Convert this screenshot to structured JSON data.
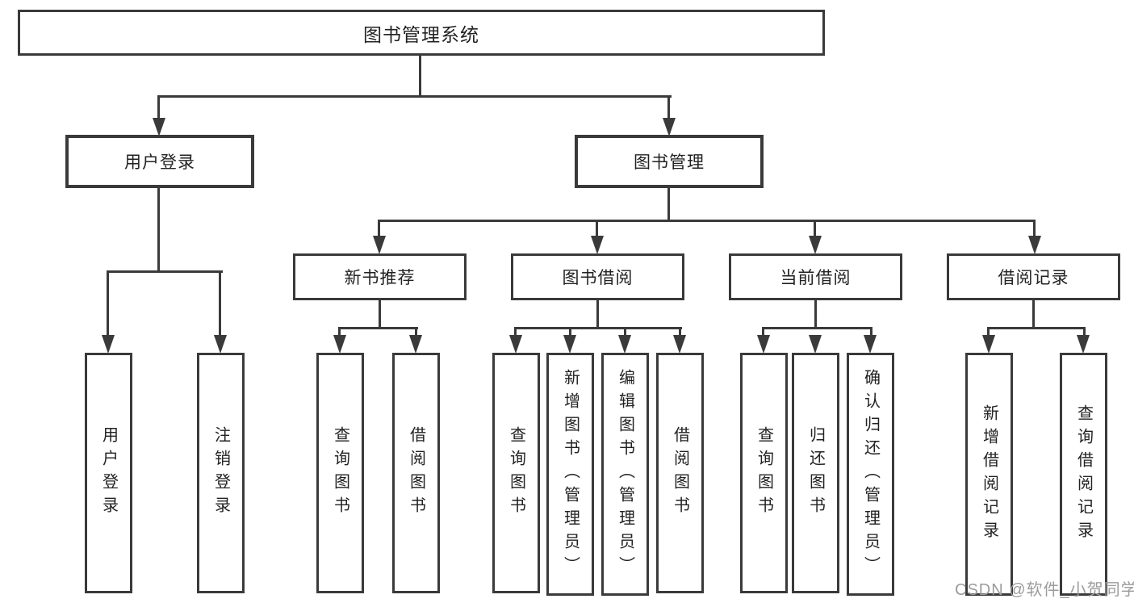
{
  "diagram": {
    "root": {
      "label": "图书管理系统"
    },
    "level2": [
      {
        "label": "用户登录"
      },
      {
        "label": "图书管理"
      }
    ],
    "level3": [
      {
        "label": "新书推荐"
      },
      {
        "label": "图书借阅"
      },
      {
        "label": "当前借阅"
      },
      {
        "label": "借阅记录"
      }
    ],
    "leaves": [
      {
        "label": "用户登录"
      },
      {
        "label": "注销登录"
      },
      {
        "label": "查询图书"
      },
      {
        "label": "借阅图书"
      },
      {
        "label": "查询图书"
      },
      {
        "label": "新增图书（管理员）"
      },
      {
        "label": "编辑图书（管理员）"
      },
      {
        "label": "借阅图书"
      },
      {
        "label": "查询图书"
      },
      {
        "label": "归还图书"
      },
      {
        "label": "确认归还（管理员）"
      },
      {
        "label": "新增借阅记录"
      },
      {
        "label": "查询借阅记录"
      }
    ]
  },
  "watermark": {
    "text": "CSDN @软件_小贺同学"
  },
  "colors": {
    "line": "#3a3a3a",
    "text": "#222222",
    "background": "#ffffff",
    "watermark": "#9b9b9b"
  }
}
